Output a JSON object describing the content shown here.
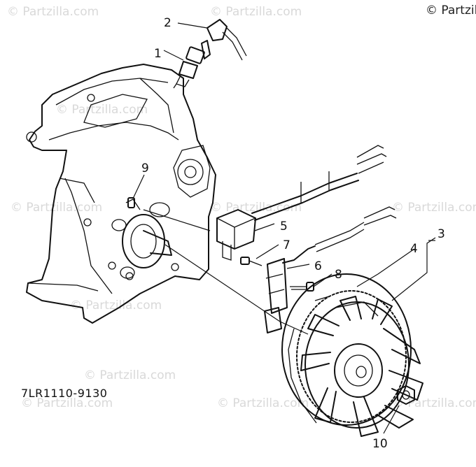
{
  "watermark": "© Partzilla.com",
  "copyright": "© Partzilla",
  "drawing_code": "7LR1110-9130",
  "callouts": [
    "1",
    "2",
    "3",
    "4",
    "5",
    "6",
    "7",
    "8",
    "9",
    "10"
  ],
  "colors": {
    "ink": "#111111",
    "watermark": "#d9d9d9",
    "background": "#ffffff"
  }
}
